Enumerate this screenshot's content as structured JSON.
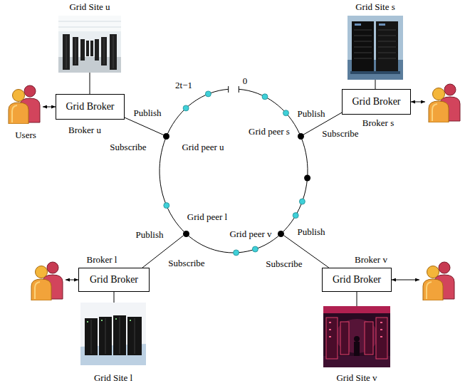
{
  "diagram": {
    "nodes": [
      {
        "text": [
          "Grid Site u"
        ]
      },
      {
        "text": [
          "Grid Broker",
          "Broker u"
        ]
      },
      {
        "text": [
          "Users"
        ]
      },
      {
        "text": [
          "Grid peer u"
        ]
      },
      {
        "text": [
          "Grid Site s"
        ]
      },
      {
        "text": [
          "Grid Broker",
          "Broker s"
        ]
      },
      {
        "text": [
          "Grid peer s"
        ]
      },
      {
        "text": [
          "Grid peer l"
        ]
      },
      {
        "text": [
          "Grid Broker",
          "Broker l"
        ]
      },
      {
        "text": [
          "Grid Site l"
        ]
      },
      {
        "text": [
          "Grid peer v"
        ]
      },
      {
        "text": [
          "Grid Broker",
          "Broker v"
        ]
      },
      {
        "text": [
          "Grid Site v"
        ]
      }
    ],
    "edges": [
      {
        "from": 0,
        "to": 1,
        "arrow": "none"
      },
      {
        "from": 2,
        "to": 1,
        "arrow": "both"
      },
      {
        "from": 1,
        "to": 3,
        "arrow": "none"
      },
      {
        "from": 4,
        "to": 5,
        "arrow": "none"
      },
      {
        "from": 5,
        "to": 6,
        "arrow": "none"
      },
      {
        "from": 8,
        "to": 7,
        "arrow": "none"
      },
      {
        "from": 8,
        "to": 9,
        "arrow": "none"
      },
      {
        "from": 11,
        "to": 10,
        "arrow": "none"
      },
      {
        "from": 11,
        "to": 12,
        "arrow": "none"
      }
    ],
    "labels": [
      "2t−1",
      "0",
      "Publish",
      "Subscribe",
      "Publish",
      "Subscribe",
      "Publish",
      "Subscribe",
      "Publish",
      "Subscribe"
    ]
  }
}
